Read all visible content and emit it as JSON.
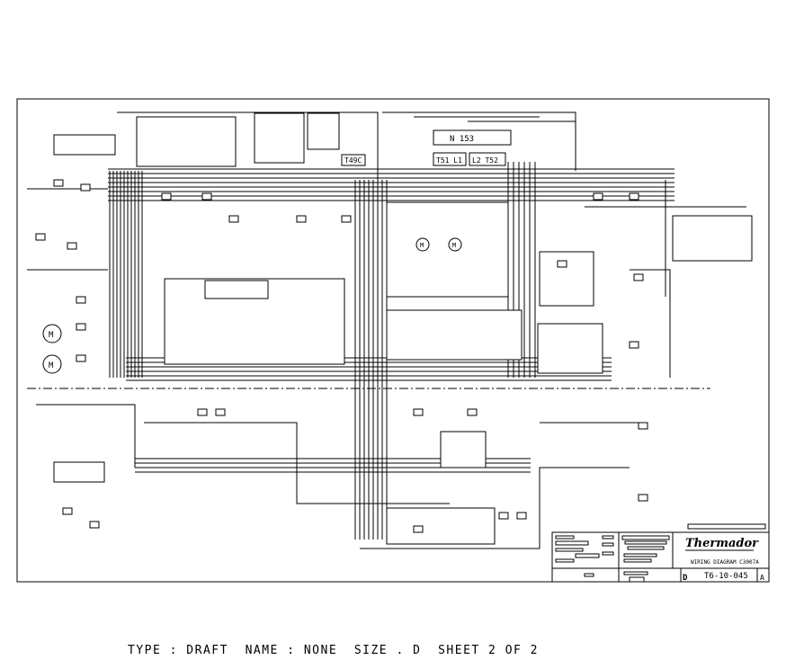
{
  "sheet": {
    "footer_text": "TYPE : DRAFT  NAME : NONE  SIZE . D  SHEET 2 OF 2"
  },
  "components": {
    "relay_main": "N 153",
    "relay_left": "T51 L1",
    "relay_right": "L2 T52",
    "fuse": "T49C",
    "motor_1": "M",
    "motor_2": "M",
    "motor_3": "M",
    "motor_4": "M"
  },
  "title_block": {
    "brand": "Thermador",
    "drawing_title": "WIRING DIAGRAM C3007A",
    "size": "D",
    "drawing_number": "T6-10-045",
    "revision": "A"
  }
}
